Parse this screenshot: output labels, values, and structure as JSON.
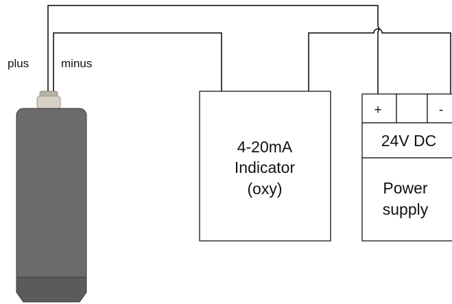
{
  "labels": {
    "plus": "plus",
    "minus": "minus",
    "indicator_line1": "4-20mA",
    "indicator_line2": "Indicator",
    "indicator_line3": "(oxy)",
    "terminal_plus": "+",
    "terminal_minus": "-",
    "voltage": "24V DC",
    "power_line1": "Power",
    "power_line2": "supply"
  },
  "colors": {
    "wire": "#000000",
    "probe_body": "#6b6b6b",
    "probe_tip": "#4f4f4f",
    "connector": "#c8c2b8"
  }
}
